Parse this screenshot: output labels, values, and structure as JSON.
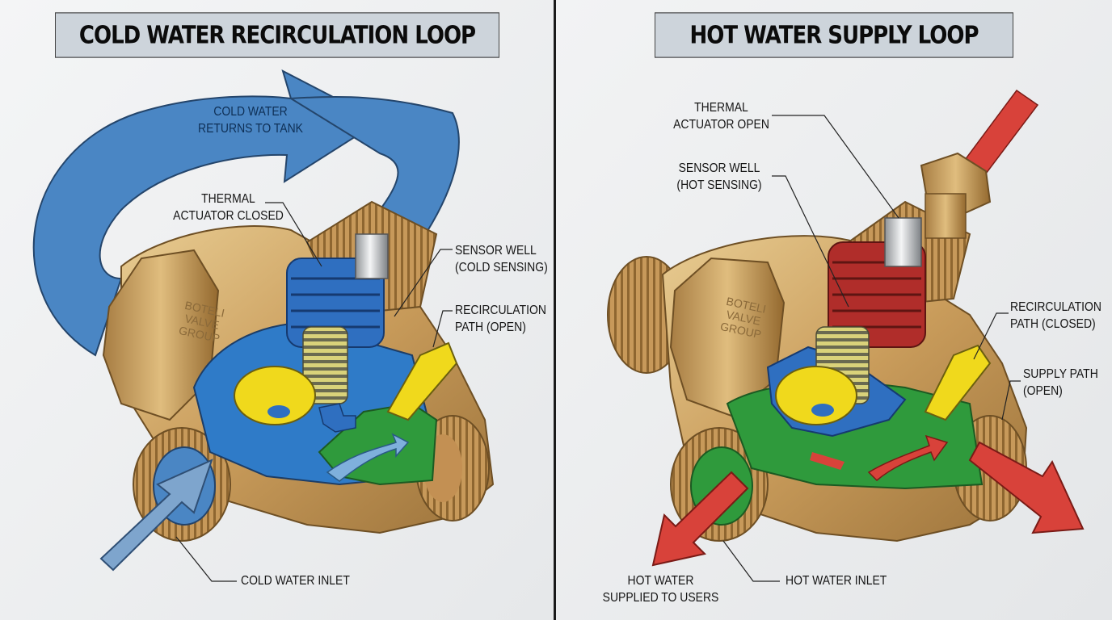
{
  "left_panel": {
    "title": "COLD WATER RECIRCULATION LOOP",
    "labels": {
      "returns": "COLD WATER\nRETURNS TO TANK",
      "actuator": "THERMAL\nACTUATOR CLOSED",
      "sensor": "SENSOR WELL\n(COLD SENSING)",
      "recirc": "RECIRCULATION\nPATH (OPEN)",
      "inlet": "COLD WATER INLET"
    },
    "body_text": "BOTELI\nVALVE\nGROUP"
  },
  "right_panel": {
    "title": "HOT WATER SUPPLY LOOP",
    "labels": {
      "actuator": "THERMAL\nACTUATOR OPEN",
      "sensor": "SENSOR WELL\n(HOT SENSING)",
      "recirc": "RECIRCULATION\nPATH (CLOSED)",
      "supply": "SUPPLY PATH\n(OPEN)",
      "users": "HOT WATER\nSUPPLIED TO USERS",
      "inlet": "HOT WATER INLET"
    },
    "body_text": "BOTELI\nVALVE\nGROUP"
  },
  "colors": {
    "cold_flow": "#4a86c4",
    "hot_flow": "#d8423a",
    "brass": "#caa062",
    "chamber_green": "#2f9a3c",
    "indicator_yellow": "#f0d91c",
    "title_bg": "#cdd4db"
  }
}
